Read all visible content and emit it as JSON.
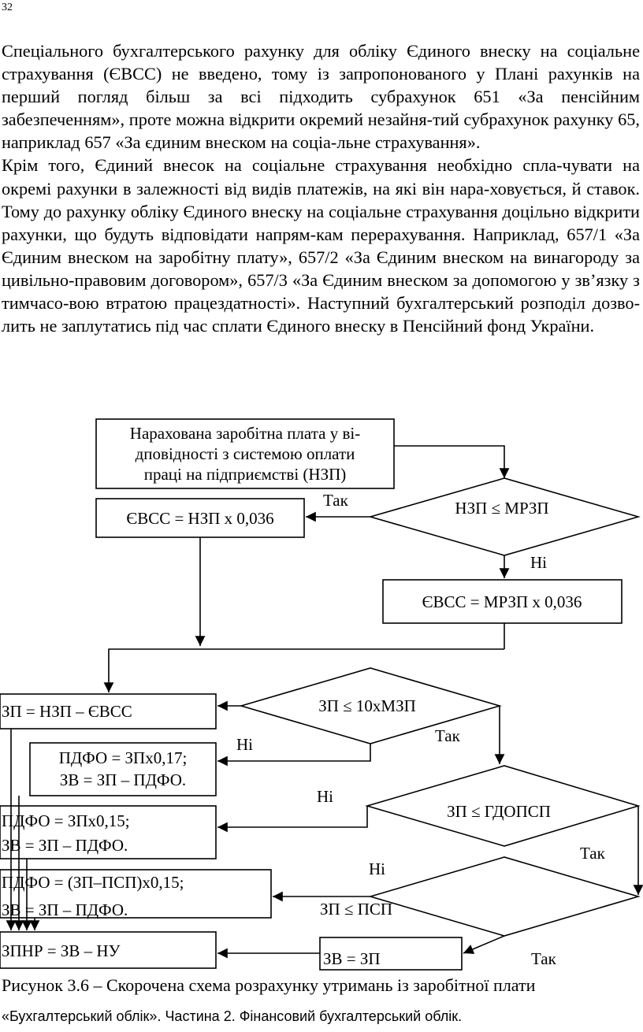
{
  "page_number": "32",
  "paragraphs": [
    "Спеціального бухгалтерського рахунку для обліку Єдиного внеску на соціальне страхування (ЄВСС) не введено, тому із запропонованого у Плані рахунків на перший погляд більш за всі підходить субрахунок 651 «За пенсійним забезпеченням», проте можна відкрити окремий незайня-тий субрахунок рахунку 65, наприклад 657 «За єдиним внеском на соціа-льне страхування».",
    "Крім того, Єдиний внесок на соціальне страхування необхідно спла-чувати на окремі рахунки в залежності від видів платежів, на які він нара-ховується, й ставок. Тому до рахунку обліку Єдиного внеску на соціальне страхування доцільно відкрити рахунки, що будуть відповідати напрям-кам перерахування. Наприклад, 657/1 «За Єдиним внеском на заробітну плату», 657/2 «За Єдиним внеском на винагороду за цивільно-правовим договором», 657/3 «За Єдиним внеском за допомогою у зв’язку з тимчасо-вою втратою працездатності». Наступний бухгалтерський розподіл дозво-лить не заплутатись під час сплати Єдиного внеску в Пенсійний фонд України."
  ],
  "flowchart": {
    "start_box": [
      "Нарахована заробітна плата у ві-",
      "дповідності з системою оплати",
      "праці на підприємстві (НЗП)"
    ],
    "decision1": "НЗП ≤ МРЗП",
    "yes1": "Так",
    "no1": "Ні",
    "box_evss_nzp": "ЄВСС = НЗП х 0,036",
    "box_evss_mrzp": "ЄВСС = МРЗП х 0,036",
    "box_zp": "ЗП = НЗП – ЄВСС",
    "decision2": "ЗП ≤ 10хМЗП",
    "no2": "Ні",
    "yes2": "Так",
    "box_pdfo17": [
      "ПДФО = ЗПх0,17;",
      "ЗВ = ЗП – ПДФО."
    ],
    "no3": "Ні",
    "decision3": "ЗП ≤ ГДОПСП",
    "yes3": "Так",
    "box_pdfo15": [
      "ПДФО = ЗПх0,15;",
      "ЗВ = ЗП – ПДФО."
    ],
    "no4": "Ні",
    "box_pdfo15_psp": [
      "ПДФО = (ЗП–ПСП)х0,15;",
      "ЗВ = ЗП – ПДФО."
    ],
    "decision4": "ЗП ≤ ПСП",
    "box_zpnr": "ЗПНР = ЗВ – НУ",
    "box_zv": "ЗВ = ЗП",
    "yes4": "Так"
  },
  "caption": "Рисунок 3.6 – Скорочена схема розрахунку утримань із заробітної плати",
  "footer": "«Бухгалтерський облік». Частина 2. Фінансовий бухгалтерський облік."
}
